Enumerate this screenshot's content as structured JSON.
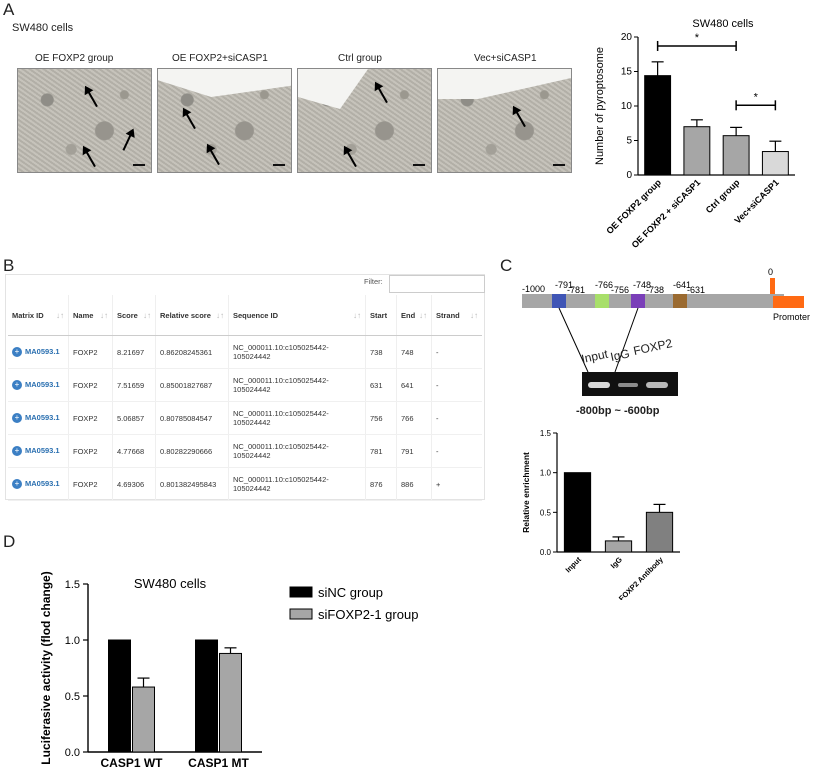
{
  "panels": {
    "a": "A",
    "b": "B",
    "c": "C",
    "d": "D"
  },
  "panel_a": {
    "cell_line": "SW480 cells",
    "images": [
      {
        "label": "OE FOXP2 group"
      },
      {
        "label": "OE FOXP2+siCASP1"
      },
      {
        "label": "Ctrl group"
      },
      {
        "label": "Vec+siCASP1"
      }
    ]
  },
  "panel_b": {
    "filter_label": "Filter:",
    "headers": [
      "Matrix ID",
      "Name",
      "Score",
      "Relative score",
      "Sequence ID",
      "Start",
      "End",
      "Strand"
    ],
    "rows": [
      {
        "matrix_id": "MA0593.1",
        "name": "FOXP2",
        "score": "8.21697",
        "relative": "0.86208245361",
        "seq_id": "NC_000011.10:c105025442-105024442",
        "start": "738",
        "end": "748",
        "strand": "-"
      },
      {
        "matrix_id": "MA0593.1",
        "name": "FOXP2",
        "score": "7.51659",
        "relative": "0.85001827687",
        "seq_id": "NC_000011.10:c105025442-105024442",
        "start": "631",
        "end": "641",
        "strand": "-"
      },
      {
        "matrix_id": "MA0593.1",
        "name": "FOXP2",
        "score": "5.06857",
        "relative": "0.80785084547",
        "seq_id": "NC_000011.10:c105025442-105024442",
        "start": "756",
        "end": "766",
        "strand": "-"
      },
      {
        "matrix_id": "MA0593.1",
        "name": "FOXP2",
        "score": "4.77668",
        "relative": "0.80282290666",
        "seq_id": "NC_000011.10:c105025442-105024442",
        "start": "781",
        "end": "791",
        "strand": "-"
      },
      {
        "matrix_id": "MA0593.1",
        "name": "FOXP2",
        "score": "4.69306",
        "relative": "0.801382495843",
        "seq_id": "NC_000011.10:c105025442-105024442",
        "start": "876",
        "end": "886",
        "strand": "+"
      }
    ]
  },
  "panel_c": {
    "promoter_label": "Promoter",
    "positions": [
      "-1000",
      "-791",
      "-781",
      "-766",
      "-756",
      "-748",
      "-738",
      "-641",
      "-631",
      "0"
    ],
    "site_colors": {
      "site1": "#3f55b5",
      "site2": "#a8df6a",
      "site3": "#7a3fb8",
      "site4": "#9a6a30",
      "promoter": "#ff6a13",
      "line": "#a6a6a6"
    },
    "gel_lanes": [
      "Input",
      "IgG",
      "FOXP2"
    ],
    "gel_region": "-800bp ~ -600bp"
  },
  "chart_data": [
    {
      "type": "bar",
      "title": "SW480 cells",
      "xlabel": "",
      "ylabel": "Number of pyroptosome",
      "categories": [
        "OE FOXP2 group",
        "OE FOXP2 + siCASP1",
        "Ctrl group",
        "Vec+siCASP1"
      ],
      "values": [
        14.4,
        7.0,
        5.7,
        3.4
      ],
      "errors": [
        2.0,
        1.0,
        1.2,
        1.5
      ],
      "colors": [
        "#000000",
        "#a6a6a6",
        "#a6a6a6",
        "#d9d9d9"
      ],
      "ylim": [
        0,
        20
      ],
      "yticks": [
        "0",
        "5",
        "10",
        "15",
        "20"
      ],
      "significance": [
        {
          "from": 0,
          "to": 2,
          "label": "*"
        },
        {
          "from": 2,
          "to": 3,
          "label": "*"
        }
      ]
    },
    {
      "type": "bar",
      "title": "",
      "xlabel": "",
      "ylabel": "Relative enrichment",
      "categories": [
        "Input",
        "IgG",
        "FOXP2 Antibody"
      ],
      "values": [
        1.0,
        0.14,
        0.5
      ],
      "errors": [
        0,
        0.05,
        0.1
      ],
      "colors": [
        "#000000",
        "#a6a6a6",
        "#808080"
      ],
      "ylim": [
        0,
        1.5
      ],
      "yticks": [
        "0.0",
        "0.5",
        "1.0",
        "1.5"
      ]
    },
    {
      "type": "bar",
      "title": "SW480 cells",
      "xlabel": "",
      "ylabel": "Luciferasive activity (flod change)",
      "categories": [
        "CASP1 WT",
        "CASP1 MT"
      ],
      "series": [
        {
          "name": "siNC group",
          "values": [
            1.0,
            1.0
          ],
          "errors": [
            0,
            0
          ],
          "color": "#000000"
        },
        {
          "name": "siFOXP2-1 group",
          "values": [
            0.58,
            0.88
          ],
          "errors": [
            0.08,
            0.05
          ],
          "color": "#a6a6a6"
        }
      ],
      "ylim": [
        0,
        1.5
      ],
      "yticks": [
        "0.0",
        "0.5",
        "1.0",
        "1.5"
      ],
      "legend": "right"
    }
  ]
}
